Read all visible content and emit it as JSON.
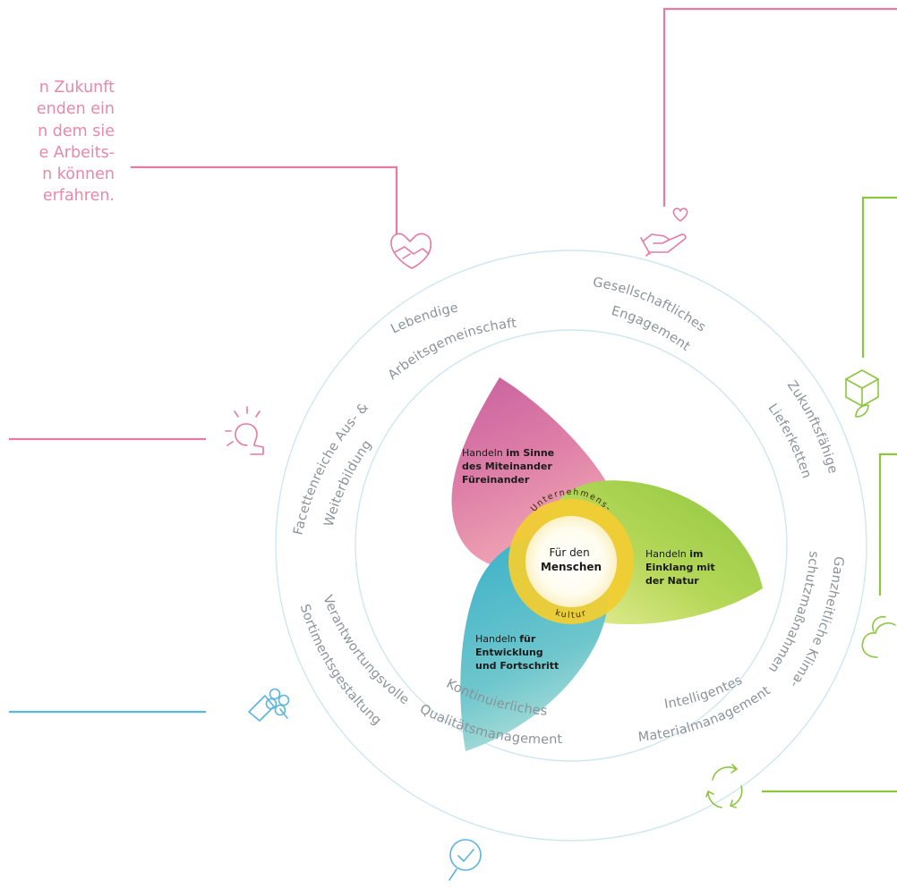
{
  "intro_lines": [
    "n Zukunft",
    "enden ein",
    "n dem sie",
    "e Arbeits-",
    "n können",
    "erfahren."
  ],
  "colors": {
    "pink": "#e57aa2",
    "green": "#8cc63f",
    "blue": "#5bb5dc",
    "ring": "#cfe7ef",
    "yellow": "#f0cc33",
    "label_gray": "#8a9399"
  },
  "ring_labels": {
    "arbeitsgemeinschaft": [
      "Lebendige",
      "Arbeitsgemeinschaft"
    ],
    "engagement": [
      "Gesellschaftliches",
      "Engagement"
    ],
    "lieferketten": [
      "Zukunftsfähige",
      "Lieferketten"
    ],
    "klima": [
      "Ganzheitliche Klima-",
      "schutzmaßnahmen"
    ],
    "material": [
      "Intelligentes",
      "Materialmanagement"
    ],
    "qualitaet": [
      "Kontinuierliches",
      "Qualitätsmanagement"
    ],
    "sortiment": [
      "Verantwortungsvolle",
      "Sortimentsgestaltung"
    ],
    "weiterbildung": [
      "Facettenreiche Aus- &",
      "Weiterbildung"
    ]
  },
  "petals": {
    "pink": {
      "l1_a": "Handeln ",
      "l1_b": "im Sinne",
      "l2": "des Miteinander",
      "l3": "Füreinander"
    },
    "green": {
      "l1_a": "Handeln ",
      "l1_b": "im",
      "l2": "Einklang mit",
      "l3": "der Natur"
    },
    "blue": {
      "l1_a": "Handeln ",
      "l1_b": "für",
      "l2": "Entwicklung",
      "l3": "und Fortschritt"
    }
  },
  "core": {
    "line1": "Für den",
    "line2": "Menschen"
  },
  "culture_ring": {
    "top": "Unternehmens-",
    "bottom": "kultur"
  },
  "icons": [
    "handshake-heart-icon",
    "hand-heart-icon",
    "box-leaf-icon",
    "cloud-icon",
    "recycle-icon",
    "magnifier-check-icon",
    "clover-package-icon",
    "lightbulb-icon"
  ]
}
